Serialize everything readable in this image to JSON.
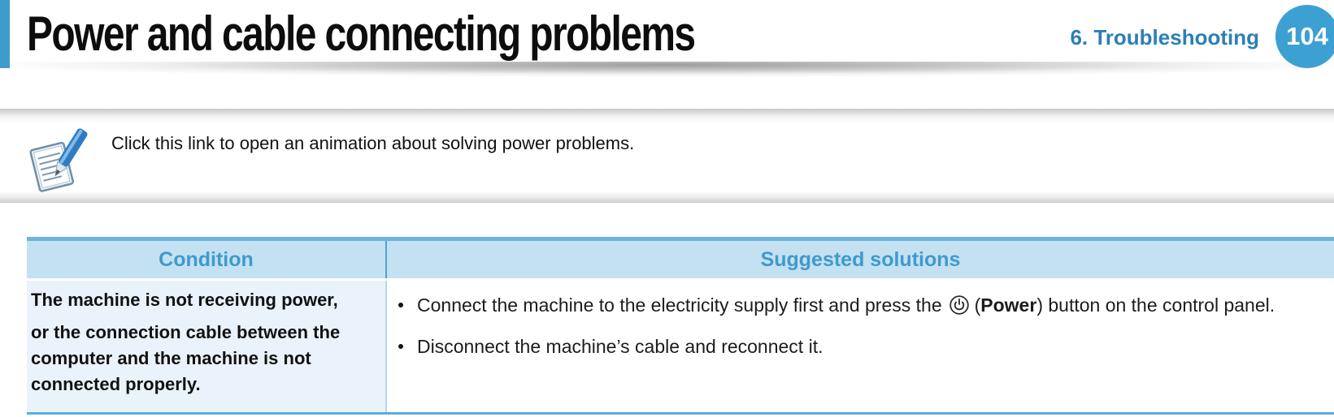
{
  "header": {
    "title": "Power and cable connecting problems",
    "section": "6.  Troubleshooting",
    "page_number": "104"
  },
  "note": {
    "icon": "notepad-pencil-icon",
    "text": "Click this link to open an animation about solving power problems."
  },
  "table": {
    "headers": [
      "Condition",
      "Suggested solutions"
    ],
    "rows": [
      {
        "condition_paragraphs": [
          "The machine is not receiving power,",
          "or the connection cable between the computer and the machine is not connected properly."
        ],
        "solutions": [
          {
            "pre": "Connect the machine to the electricity supply first and press the",
            "icon": "power-icon",
            "paren": "(",
            "bold": "Power",
            "post": ") button on the control panel."
          },
          {
            "text": "Disconnect the machine’s cable and reconnect it."
          }
        ]
      }
    ]
  },
  "colors": {
    "accent_blue": "#3d9bcc",
    "badge_blue": "#3da0d2",
    "section_text_blue": "#2c7fb5",
    "table_header_bg": "#c3e1f1",
    "table_header_text": "#3f9acd",
    "table_top_border": "#6cb3dd",
    "table_header_divider": "#4fa3d6",
    "row_bg": "#eaf3fb",
    "row_divider": "#aed6ec",
    "table_bottom_border": "#5caddd"
  }
}
